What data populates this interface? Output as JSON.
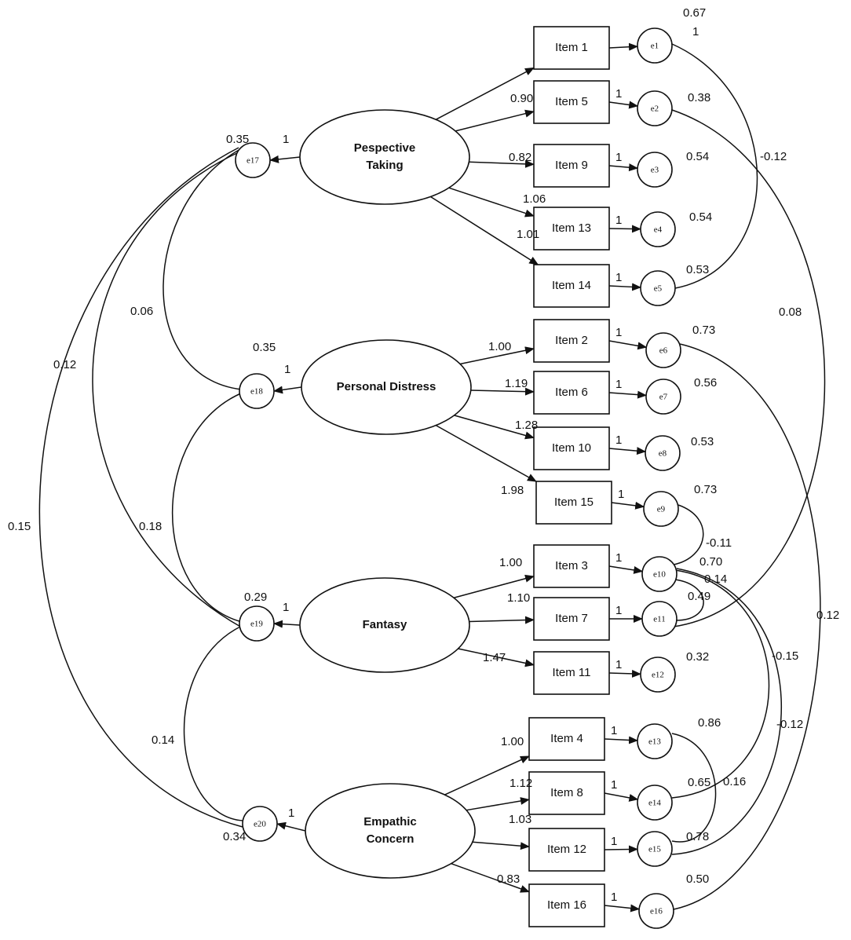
{
  "latents": [
    {
      "id": "PT",
      "lines": [
        "Pespective",
        "Taking"
      ]
    },
    {
      "id": "PD",
      "lines": [
        "Personal Distress"
      ]
    },
    {
      "id": "FA",
      "lines": [
        "Fantasy"
      ]
    },
    {
      "id": "EC",
      "lines": [
        "Empathic",
        "Concern"
      ]
    }
  ],
  "items": [
    {
      "id": "i1",
      "label": "Item 1"
    },
    {
      "id": "i5",
      "label": "Item 5"
    },
    {
      "id": "i9",
      "label": "Item 9"
    },
    {
      "id": "i13",
      "label": "Item 13"
    },
    {
      "id": "i14",
      "label": "Item 14"
    },
    {
      "id": "i2",
      "label": "Item 2"
    },
    {
      "id": "i6",
      "label": "Item 6"
    },
    {
      "id": "i10",
      "label": "Item 10"
    },
    {
      "id": "i15",
      "label": "Item 15"
    },
    {
      "id": "i3",
      "label": "Item 3"
    },
    {
      "id": "i7",
      "label": "Item 7"
    },
    {
      "id": "i11",
      "label": "Item 11"
    },
    {
      "id": "i4",
      "label": "Item 4"
    },
    {
      "id": "i8",
      "label": "Item 8"
    },
    {
      "id": "i12",
      "label": "Item 12"
    },
    {
      "id": "i16",
      "label": "Item 16"
    }
  ],
  "errors": [
    {
      "id": "e1",
      "label": "e1"
    },
    {
      "id": "e2",
      "label": "e2"
    },
    {
      "id": "e3",
      "label": "e3"
    },
    {
      "id": "e4",
      "label": "e4"
    },
    {
      "id": "e5",
      "label": "e5"
    },
    {
      "id": "e6",
      "label": "e6"
    },
    {
      "id": "e7",
      "label": "e7"
    },
    {
      "id": "e8",
      "label": "e8"
    },
    {
      "id": "e9",
      "label": "e9"
    },
    {
      "id": "e10",
      "label": "e10"
    },
    {
      "id": "e11",
      "label": "e11"
    },
    {
      "id": "e12",
      "label": "e12"
    },
    {
      "id": "e13",
      "label": "e13"
    },
    {
      "id": "e14",
      "label": "e14"
    },
    {
      "id": "e15",
      "label": "e15"
    },
    {
      "id": "e16",
      "label": "e16"
    },
    {
      "id": "e17",
      "label": "e17"
    },
    {
      "id": "e18",
      "label": "e18"
    },
    {
      "id": "e19",
      "label": "e19"
    },
    {
      "id": "e20",
      "label": "e20"
    }
  ],
  "loadings": [
    {
      "from": "PT",
      "to": "i5",
      "value": "0.90"
    },
    {
      "from": "PT",
      "to": "i9",
      "value": "0.82"
    },
    {
      "from": "PT",
      "to": "i13",
      "value": "1.06"
    },
    {
      "from": "PT",
      "to": "i14",
      "value": "1.01"
    },
    {
      "from": "PD",
      "to": "i2",
      "value": "1.00"
    },
    {
      "from": "PD",
      "to": "i6",
      "value": "1.19"
    },
    {
      "from": "PD",
      "to": "i10",
      "value": "1.28"
    },
    {
      "from": "PD",
      "to": "i15",
      "value": "1.98"
    },
    {
      "from": "FA",
      "to": "i3",
      "value": "1.00"
    },
    {
      "from": "FA",
      "to": "i7",
      "value": "1.10"
    },
    {
      "from": "FA",
      "to": "i11",
      "value": "1.47"
    },
    {
      "from": "EC",
      "to": "i4",
      "value": "1.00"
    },
    {
      "from": "EC",
      "to": "i8",
      "value": "1.12"
    },
    {
      "from": "EC",
      "to": "i12",
      "value": "1.03"
    },
    {
      "from": "EC",
      "to": "i16",
      "value": "0.83"
    }
  ],
  "error_paths": [
    {
      "item": "i5",
      "value": "1"
    },
    {
      "item": "i9",
      "value": "1"
    },
    {
      "item": "i13",
      "value": "1"
    },
    {
      "item": "i14",
      "value": "1"
    },
    {
      "item": "i2",
      "value": "1"
    },
    {
      "item": "i6",
      "value": "1"
    },
    {
      "item": "i10",
      "value": "1"
    },
    {
      "item": "i15",
      "value": "1"
    },
    {
      "item": "i3",
      "value": "1"
    },
    {
      "item": "i7",
      "value": "1"
    },
    {
      "item": "i11",
      "value": "1"
    },
    {
      "item": "i4",
      "value": "1"
    },
    {
      "item": "i8",
      "value": "1"
    },
    {
      "item": "i12",
      "value": "1"
    },
    {
      "item": "i16",
      "value": "1"
    }
  ],
  "latent_error_paths": [
    {
      "latent": "PT",
      "value": "1"
    },
    {
      "latent": "PD",
      "value": "1"
    },
    {
      "latent": "FA",
      "value": "1"
    },
    {
      "latent": "EC",
      "value": "1"
    }
  ],
  "variances": [
    {
      "error": "e1",
      "value": "0.67"
    },
    {
      "error": "e2",
      "value": "0.38"
    },
    {
      "error": "e3",
      "value": "0.54"
    },
    {
      "error": "e4",
      "value": "0.54"
    },
    {
      "error": "e5",
      "value": "0.53"
    },
    {
      "error": "e6",
      "value": "0.73"
    },
    {
      "error": "e7",
      "value": "0.56"
    },
    {
      "error": "e8",
      "value": "0.53"
    },
    {
      "error": "e9",
      "value": "0.73"
    },
    {
      "error": "e10",
      "value": "0.70"
    },
    {
      "error": "e11",
      "value": "0.49"
    },
    {
      "error": "e12",
      "value": "0.32"
    },
    {
      "error": "e13",
      "value": "0.86"
    },
    {
      "error": "e14",
      "value": "0.65"
    },
    {
      "error": "e15",
      "value": "0.78"
    },
    {
      "error": "e16",
      "value": "0.50"
    },
    {
      "error": "e17",
      "value": "0.35"
    },
    {
      "error": "e18",
      "value": "0.35"
    },
    {
      "error": "e19",
      "value": "0.29"
    },
    {
      "error": "e20",
      "value": "0.34"
    }
  ],
  "covariances": [
    {
      "a": "e1",
      "b": "e5",
      "value": "-0.12"
    },
    {
      "a": "e2",
      "b": "e11",
      "value": "0.08"
    },
    {
      "a": "e6",
      "b": "e16",
      "value": "0.12"
    },
    {
      "a": "e9",
      "b": "e10",
      "value": "-0.11"
    },
    {
      "a": "e10",
      "b": "e11",
      "value": "0.14"
    },
    {
      "a": "e10",
      "b": "e14",
      "value": "-0.15"
    },
    {
      "a": "e10",
      "b": "e15",
      "value": "-0.12"
    },
    {
      "a": "e13",
      "b": "e15",
      "value": "0.16"
    },
    {
      "a": "e17",
      "b": "e18",
      "value": "0.06"
    },
    {
      "a": "e17",
      "b": "e19",
      "value": "0.12"
    },
    {
      "a": "e17",
      "b": "e20",
      "value": "0.15"
    },
    {
      "a": "e18",
      "b": "e19",
      "value": "0.18"
    },
    {
      "a": "e19",
      "b": "e20",
      "value": "0.14"
    }
  ],
  "fixed_marks": [
    {
      "label": "1"
    }
  ]
}
